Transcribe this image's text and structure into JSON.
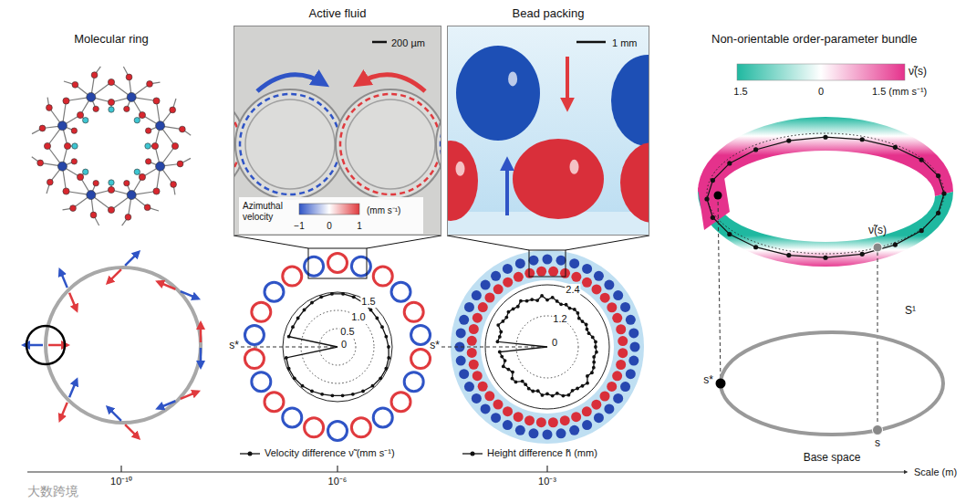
{
  "diagram": {
    "nodes": [
      {
        "text": [
          "Active fluid",
          "200 µm"
        ]
      },
      {
        "text": [
          "Azimuthal velocity",
          "−1",
          "0",
          "1",
          "(mm s⁻¹)"
        ],
        "in": 0
      },
      {
        "text": [
          "Bead packing",
          "1 mm"
        ]
      }
    ],
    "labels": [
      "Molecular ring",
      "Non-orientable order-parameter bundle",
      "1.5",
      "1.0",
      "0.5",
      "0",
      "s*",
      "2.4",
      "1.2",
      "0",
      "s*",
      "1.5",
      "0",
      "1.5 (mm s⁻¹)",
      "ν̃(s)",
      "ν̃(s)",
      "S¹",
      "s*",
      "s",
      "Base space",
      "10⁻¹⁰",
      "10⁻⁶",
      "10⁻³",
      "Scale (m)",
      "大数跨境"
    ],
    "legend": [
      {
        "text": "Velocity difference ν̃ (mm s⁻¹)"
      },
      {
        "text": "Height difference h̃ (mm)"
      }
    ]
  }
}
